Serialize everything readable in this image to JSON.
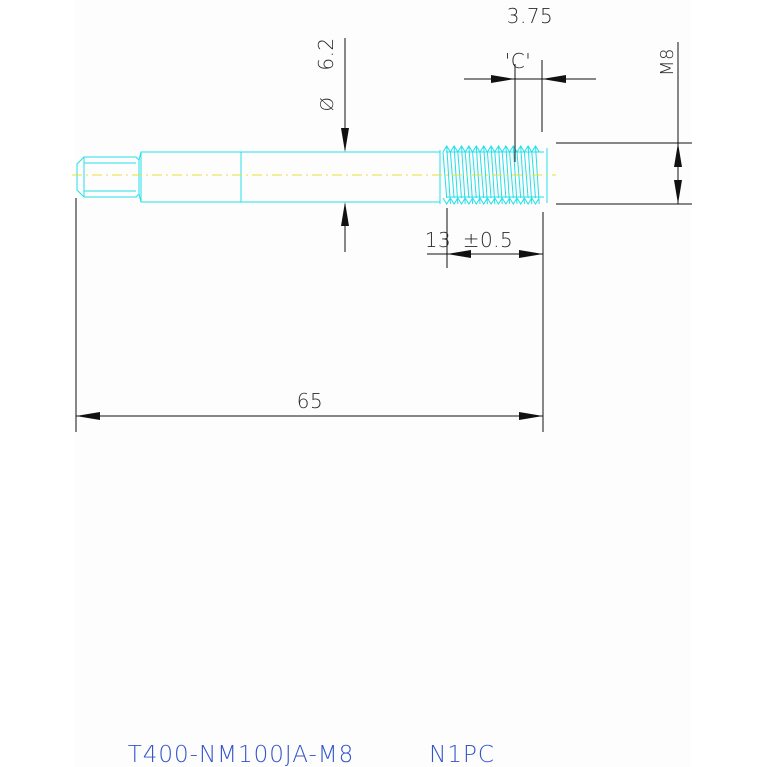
{
  "dimensions": {
    "top_offset": "3.75",
    "thread_pitch_marker": "'C'",
    "thread_size": "M8",
    "diameter_symbol": "Ø",
    "diameter_value": "6.2",
    "thread_length": "13",
    "thread_tolerance": "±0.5",
    "overall_length": "65"
  },
  "footer": {
    "part_number": "T400-NM100JA-M8",
    "quantity": "N1PC"
  },
  "colors": {
    "paper": "#fdfdfd",
    "part_outline": "#22e0ea",
    "center_line": "#e8e03a",
    "dimension_line": "#111111",
    "footer_text": "#3355cc"
  }
}
